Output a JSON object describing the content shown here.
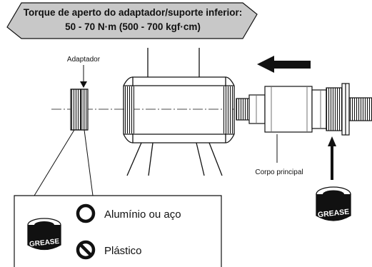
{
  "banner": {
    "line1": "Torque de aperto do adaptador/suporte inferior:",
    "line2": "50 - 70 N·m (500 - 700 kgf·cm)"
  },
  "labels": {
    "adapter": "Adaptador",
    "main_body": "Corpo principal",
    "grease": "GREASE"
  },
  "legend": {
    "item1": "Alumínio ou aço",
    "item2": "Plástico"
  },
  "icons": {
    "assembly_direction": "arrow-left-icon",
    "grease": "grease-tube-icon",
    "allowed": "circle-ok-icon",
    "prohibited": "prohibited-icon"
  },
  "colors": {
    "banner_fill": "#c8c8c8",
    "ink": "#111111"
  }
}
